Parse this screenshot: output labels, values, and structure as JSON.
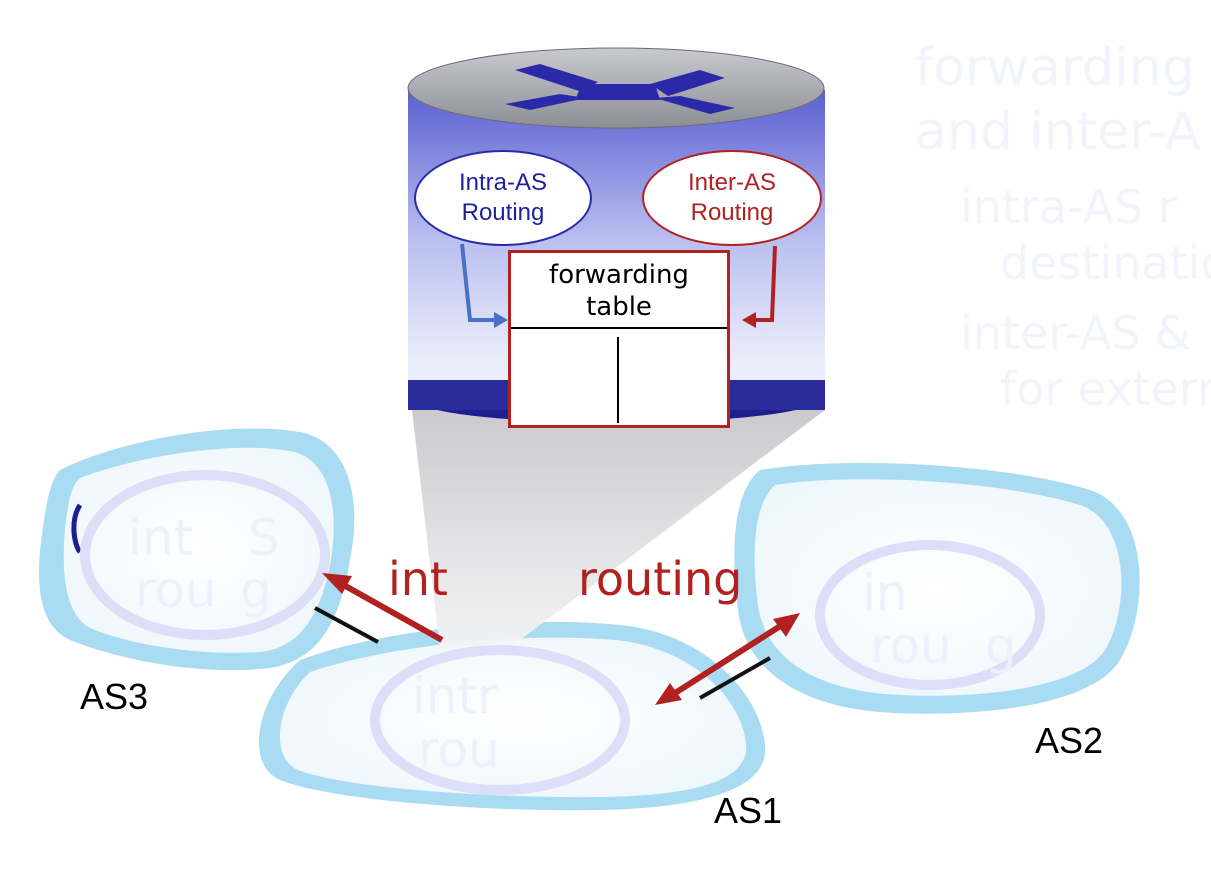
{
  "router": {
    "intra_label_line1": "Intra-AS",
    "intra_label_line2": "Routing",
    "inter_label_line1": "Inter-AS",
    "inter_label_line2": "Routing",
    "table_line1": "forwarding",
    "table_line2": "table"
  },
  "center_label_start": "int",
  "center_label_end": "routing",
  "as_labels": {
    "as1": "AS1",
    "as2": "AS2",
    "as3": "AS3"
  },
  "faded_cloud_text": {
    "as3_line1": "int",
    "as3_line1b": "S",
    "as3_line2": "rou",
    "as3_line2b": "g",
    "as2_line1": "in",
    "as2_line2": "rou",
    "as2_line2b": "g",
    "as1_line1": "intr",
    "as1_line2": "rou"
  },
  "faded_background_text": {
    "title_line1": "forwarding",
    "title_line2": "and inter-A",
    "bullet1_line1": "intra-AS r",
    "bullet1_line2": "destinatio",
    "bullet2_line1": "inter-AS &",
    "bullet2_line2": "for externa"
  },
  "colors": {
    "intra_blue": "#1f1fa0",
    "inter_red": "#b22020",
    "cloud_outline": "#9ed8f2",
    "router_dark": "#1d1f8f"
  }
}
